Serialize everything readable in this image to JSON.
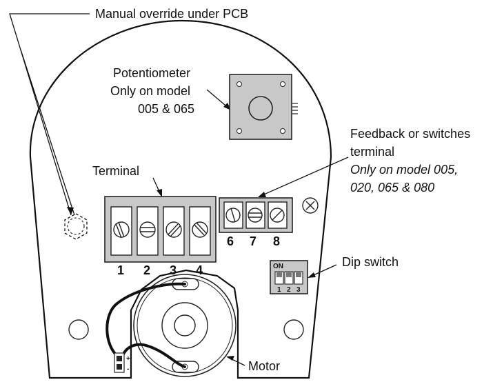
{
  "labels": {
    "manual_override": "Manual override under PCB",
    "potentiometer": [
      "Potentiometer",
      "Only on model",
      "005 & 065"
    ],
    "feedback_line1": "Feedback or switches",
    "feedback_line2": "terminal",
    "feedback_models": [
      "Only on model 005,",
      "020, 065 & 080"
    ],
    "terminal": "Terminal",
    "dip_switch": "Dip switch",
    "motor": "Motor"
  },
  "terminal_numbers": [
    "1",
    "2",
    "3",
    "4"
  ],
  "feedback_numbers": [
    "6",
    "7",
    "8"
  ],
  "dip": {
    "on_label": "ON",
    "positions": [
      "1",
      "2",
      "3"
    ]
  },
  "polarity": {
    "plus": "+",
    "minus": "-"
  },
  "colors": {
    "line": "#111111",
    "component_fill": "#c8c8c8",
    "background": "#ffffff"
  }
}
